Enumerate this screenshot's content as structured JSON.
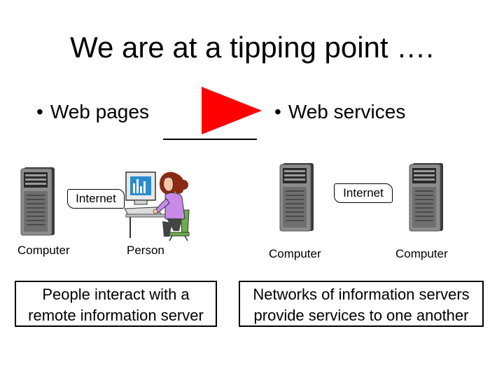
{
  "title": "We are at a tipping point ….",
  "left": {
    "bullet": "Web pages",
    "network_label": "Internet",
    "nodes": [
      "Computer",
      "Person"
    ],
    "caption": [
      "People interact with a",
      "remote information server"
    ]
  },
  "right": {
    "bullet": "Web services",
    "network_label": "Internet",
    "nodes": [
      "Computer",
      "Computer"
    ],
    "caption": [
      "Networks of information servers",
      "provide services to one another"
    ]
  },
  "bullet_glyph": "•",
  "icons": {
    "transition": "red-arrow-icon",
    "server": "server-tower-icon",
    "person": "person-at-computer-icon"
  },
  "colors": {
    "arrow": "#ff0000",
    "person_shirt": "#c889e8",
    "person_hair": "#8b2a12"
  }
}
